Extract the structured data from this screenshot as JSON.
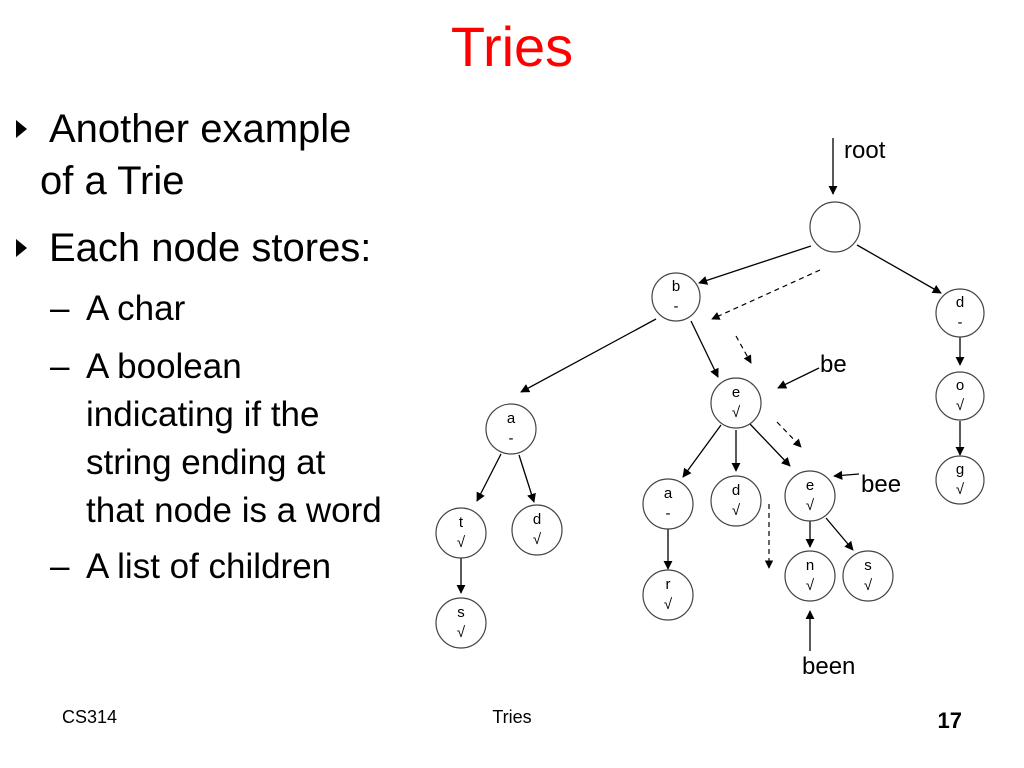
{
  "slide": {
    "title": "Tries",
    "bullets": [
      {
        "line1": "Another example",
        "line2": "of a Trie"
      },
      {
        "line1": "Each node stores:"
      }
    ],
    "sub_bullets": [
      {
        "lines": [
          "A char"
        ]
      },
      {
        "lines": [
          "A boolean",
          "indicating if the",
          "string ending at",
          "that node is a word"
        ]
      },
      {
        "lines": [
          "A list of children"
        ]
      }
    ],
    "dash": "–"
  },
  "diagram": {
    "labels": {
      "root": "root",
      "be": "be",
      "bee": "bee",
      "been": "been"
    },
    "nodes": [
      {
        "id": "root",
        "char": "",
        "mark": ""
      },
      {
        "id": "b",
        "char": "b",
        "mark": "-"
      },
      {
        "id": "d1",
        "char": "d",
        "mark": "-"
      },
      {
        "id": "o",
        "char": "o",
        "mark": "√"
      },
      {
        "id": "g",
        "char": "g",
        "mark": "√"
      },
      {
        "id": "e1",
        "char": "e",
        "mark": "√"
      },
      {
        "id": "a1",
        "char": "a",
        "mark": "-"
      },
      {
        "id": "t",
        "char": "t",
        "mark": "√"
      },
      {
        "id": "d2",
        "char": "d",
        "mark": "√"
      },
      {
        "id": "s1",
        "char": "s",
        "mark": "√"
      },
      {
        "id": "a2",
        "char": "a",
        "mark": "-"
      },
      {
        "id": "d3",
        "char": "d",
        "mark": "√"
      },
      {
        "id": "e2",
        "char": "e",
        "mark": "√"
      },
      {
        "id": "r",
        "char": "r",
        "mark": "√"
      },
      {
        "id": "n",
        "char": "n",
        "mark": "√"
      },
      {
        "id": "s2",
        "char": "s",
        "mark": "√"
      }
    ]
  },
  "footer": {
    "course": "CS314",
    "topic": "Tries",
    "page": "17"
  }
}
